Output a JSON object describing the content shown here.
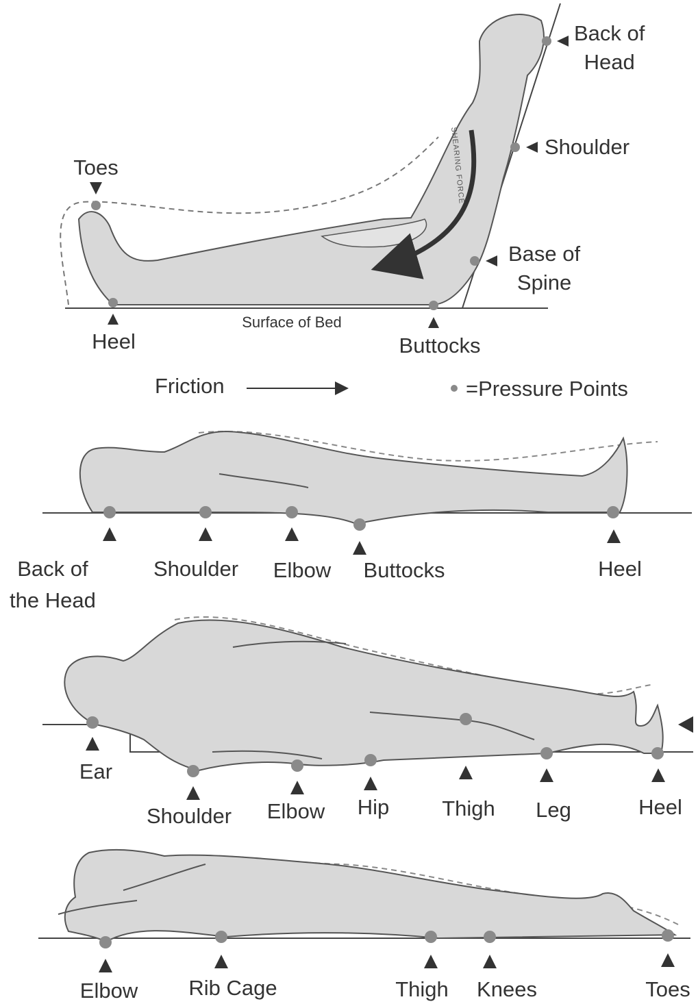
{
  "legend": {
    "friction": "Friction",
    "pressure_points": "=Pressure Points"
  },
  "figure1": {
    "back_of_head": [
      "Back of",
      "Head"
    ],
    "shoulder": "Shoulder",
    "toes": "Toes",
    "base_of_spine": [
      "Base of",
      "Spine"
    ],
    "heel": "Heel",
    "surface_of_bed": "Surface of Bed",
    "buttocks": "Buttocks",
    "shearing_force": "SHEARING FORCE"
  },
  "figure2": {
    "back_of_the_head": [
      "Back of",
      "the Head"
    ],
    "shoulder": "Shoulder",
    "elbow": "Elbow",
    "buttocks": "Buttocks",
    "heel": "Heel"
  },
  "figure3": {
    "ear": "Ear",
    "shoulder": "Shoulder",
    "elbow": "Elbow",
    "hip": "Hip",
    "thigh": "Thigh",
    "leg": "Leg",
    "heel": "Heel"
  },
  "figure4": {
    "elbow": "Elbow",
    "rib_cage": "Rib Cage",
    "thigh": "Thigh",
    "knees": "Knees",
    "toes": "Toes"
  },
  "colors": {
    "body_fill": "#d8d8d8",
    "outline": "#555555",
    "point": "#8a8a8a",
    "ink": "#333333"
  }
}
